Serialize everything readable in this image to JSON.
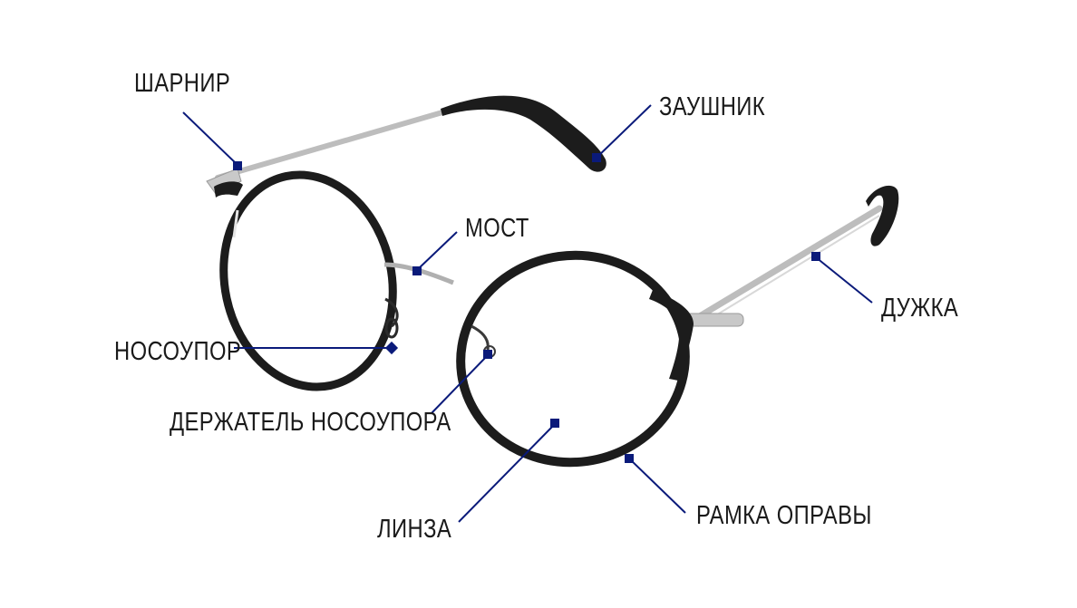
{
  "colors": {
    "accent": "#0a1a7a",
    "frame": "#1c1c1c",
    "metal": "#b9b9b9",
    "text": "#1a1a1a"
  },
  "labels": {
    "hinge": "ШАРНИР",
    "earpiece": "ЗАУШНИК",
    "bridge": "МОСТ",
    "temple": "ДУЖКА",
    "nose_pad": "НОСОУПОР",
    "pad_arm": "ДЕРЖАТЕЛЬ НОСОУПОРА",
    "lens": "ЛИНЗА",
    "rim": "РАМКА ОПРАВЫ"
  }
}
